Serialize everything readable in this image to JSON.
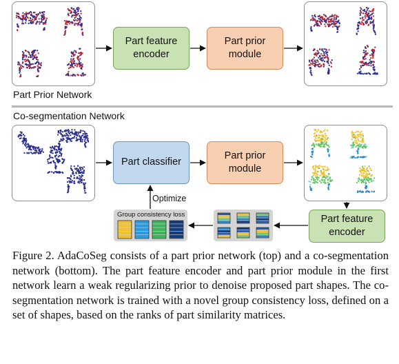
{
  "top_section": {
    "label": "Part Prior Network",
    "encoder_label": "Part feature\nencoder",
    "prior_label": "Part prior\nmodule"
  },
  "bottom_section": {
    "label": "Co-segmentation Network",
    "classifier_label": "Part classifier",
    "prior_label": "Part prior\nmodule",
    "encoder_label": "Part feature\nencoder",
    "optimize_label": "Optimize",
    "loss_label": "Group consistency loss"
  },
  "caption": "Figure 2. AdaCoSeg consists of a part prior network (top) and a co-segmentation network (bottom). The part feature encoder and part prior module in the first network learn a weak regularizing prior to denoise proposed part shapes. The co-segmentation network is trained with a novel group consistency loss, defined on a set of shapes, based on the ranks of part similarity matrices.",
  "colors": {
    "encoder_fill": "#c9e2b3",
    "prior_fill": "#f8cfb1",
    "classifier_fill": "#c1d8ef",
    "point_red": "#c0282e",
    "point_blue": "#2b2f8f",
    "seg_yellow": "#f2c12e",
    "seg_green": "#62c45a",
    "seg_blue": "#2a86c8",
    "seg_teal": "#7fd6c8"
  },
  "icons": [
    "chair-pointcloud",
    "sofa-pointcloud",
    "swivel-chair-pointcloud",
    "rocking-chair-pointcloud",
    "stool-pointcloud",
    "similarity-matrix"
  ]
}
